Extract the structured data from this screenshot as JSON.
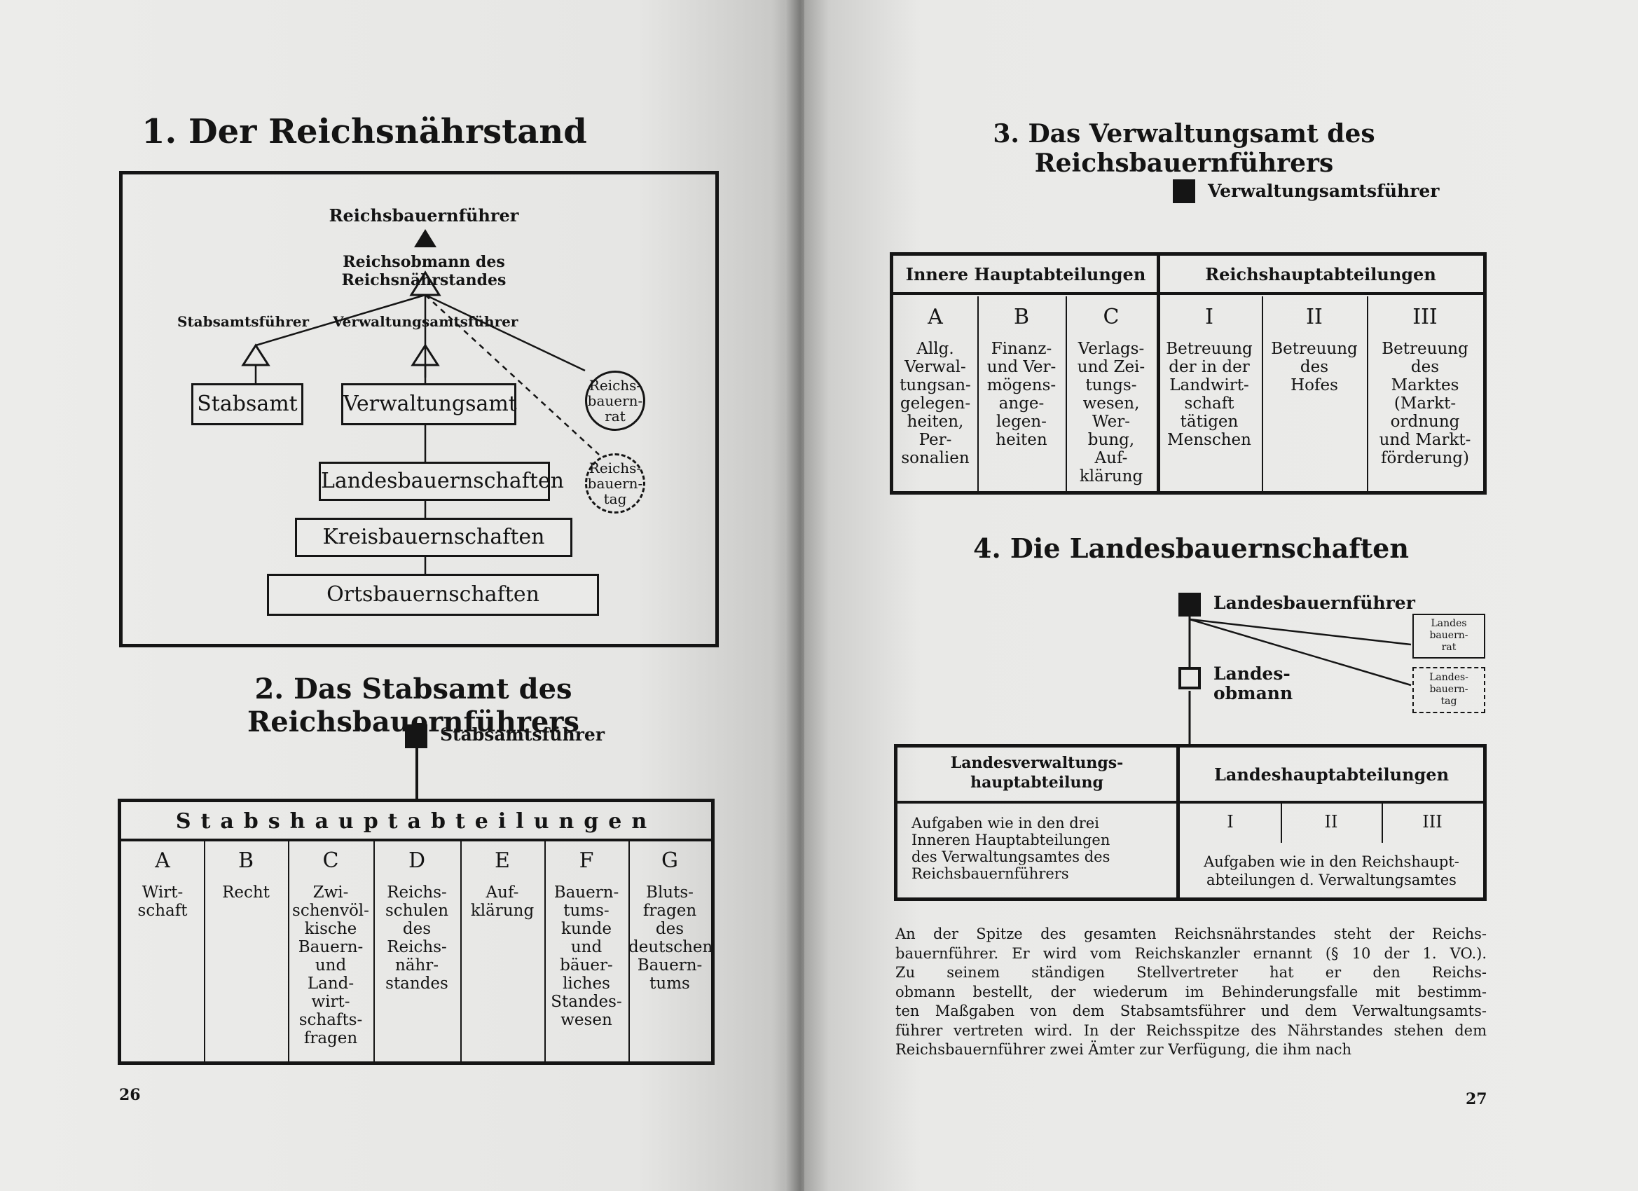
{
  "left_page": {
    "page_number": "26",
    "section1": {
      "title": "1. Der Reichsnährstand",
      "top_title": "Reichsbauernführer",
      "reichsobmann": "Reichsobmann des Reichsnährstandes",
      "stabsamtsfuehrer": "Stabsamtsführer",
      "verwaltungsamtsfuehrer": "Verwaltungsamtsführer",
      "stabsamt": "Stabsamt",
      "verwaltungsamt": "Verwaltungsamt",
      "reichsbauernrat": "Reichs-\nbauern-\nrat",
      "reichsbauerntag": "Reichs-\nbauern-\ntag",
      "landesbauernschaften": "Landesbauernschaften",
      "kreisbauernschaften": "Kreisbauernschaften",
      "ortsbauernschaften": "Ortsbauernschaften"
    },
    "section2": {
      "title": "2. Das Stabsamt des Reichsbauernführers",
      "leader": "Stabsamtsführer",
      "table_title": "Stabshauptabteilungen",
      "columns": [
        {
          "letter": "A",
          "text": "Wirt-\nschaft"
        },
        {
          "letter": "B",
          "text": "Recht"
        },
        {
          "letter": "C",
          "text": "Zwi-\nschenvöl-\nkische\nBauern-\nund\nLand-\nwirt-\nschafts-\nfragen"
        },
        {
          "letter": "D",
          "text": "Reichs-\nschulen\ndes\nReichs-\nnähr-\nstandes"
        },
        {
          "letter": "E",
          "text": "Auf-\nklärung"
        },
        {
          "letter": "F",
          "text": "Bauern-\ntums-\nkunde\nund\nbäuer-\nliches\nStandes-\nwesen"
        },
        {
          "letter": "G",
          "text": "Bluts-\nfragen\ndes\ndeutschen\nBauern-\ntums"
        }
      ]
    }
  },
  "right_page": {
    "page_number": "27",
    "section3": {
      "title": "3. Das Verwaltungsamt des Reichsbauernführers",
      "leader": "Verwaltungsamtsführer",
      "group1": "Innere Hauptabteilungen",
      "group2": "Reichshauptabteilungen",
      "columns": [
        {
          "letter": "A",
          "text": "Allg.\nVerwal-\ntungsan-\ngelegen-\nheiten,\nPer-\nsonalien"
        },
        {
          "letter": "B",
          "text": "Finanz-\nund Ver-\nmögens-\nange-\nlegen-\nheiten"
        },
        {
          "letter": "C",
          "text": "Verlags-\nund Zei-\ntungs-\nwesen,\nWer-\nbung,\nAuf-\nklärung"
        },
        {
          "letter": "I",
          "text": "Betreuung\nder in der\nLandwirt-\nschaft\ntätigen\nMenschen"
        },
        {
          "letter": "II",
          "text": "Betreuung\ndes\nHofes"
        },
        {
          "letter": "III",
          "text": "Betreuung\ndes\nMarktes\n(Markt-\nordnung\nund Markt-\nförderung)"
        }
      ]
    },
    "section4": {
      "title": "4. Die Landesbauernschaften",
      "leader": "Landesbauernführer",
      "obmann": "Landes-\nobmann",
      "landesbauernrat": "Landes\nbauern-\nrat",
      "landesbauerntag": "Landes-\nbauern-\ntag",
      "left_header": "Landesverwaltungs-\nhauptabteilung",
      "right_header": "Landeshauptabteilungen",
      "left_text": "Aufgaben wie in den drei\nInneren Hauptabteilungen\ndes Verwaltungsamtes des\nReichsbauernführers",
      "roman": [
        "I",
        "II",
        "III"
      ],
      "right_text": "Aufgaben wie in den Reichshaupt-\nabteilungen d. Verwaltungsamtes"
    },
    "paragraph": [
      "An der Spitze des gesamten Reichsnährstandes steht der Reichs-",
      "bauernführer. Er wird vom Reichskanzler ernannt (§ 10 der 1. VO.).",
      "Zu seinem ständigen Stellvertreter hat er den Reichs-",
      "obmann bestellt, der wiederum im Behinderungsfalle mit bestimm-",
      "ten Maßgaben von dem Stabsamtsführer und dem Verwaltungsamts-",
      "führer vertreten wird. In der Reichsspitze des Nährstandes stehen dem",
      "Reichsbauernführer zwei Ämter zur Verfügung, die ihm nach"
    ]
  }
}
